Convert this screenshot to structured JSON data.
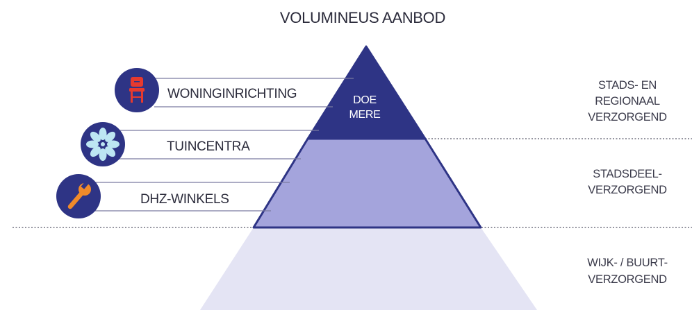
{
  "title": "VOLUMINEUS AANBOD",
  "pyramid": {
    "top_label_line1": "DOE",
    "top_label_line2": "MERE"
  },
  "categories": [
    {
      "label": "WONINGINRICHTING",
      "icon": "chair-icon"
    },
    {
      "label": "TUINCENTRA",
      "icon": "flower-icon"
    },
    {
      "label": "DHZ-WINKELS",
      "icon": "wrench-icon"
    }
  ],
  "levels": {
    "top": [
      "STADS- EN",
      "REGIONAAL",
      "VERZORGEND"
    ],
    "middle": [
      "STADSDEEL-",
      "VERZORGEND"
    ],
    "bottom": [
      "WIJK- / BUURT-",
      "VERZORGEND"
    ]
  },
  "colors": {
    "top_tier": "#2e3485",
    "middle_tier": "#a4a4dc",
    "bottom_tier": "#e4e4f4",
    "icon_circle": "#2e3485",
    "chair": "#e63a2e",
    "flower": "#bde6f2",
    "wrench": "#f08a2a"
  }
}
